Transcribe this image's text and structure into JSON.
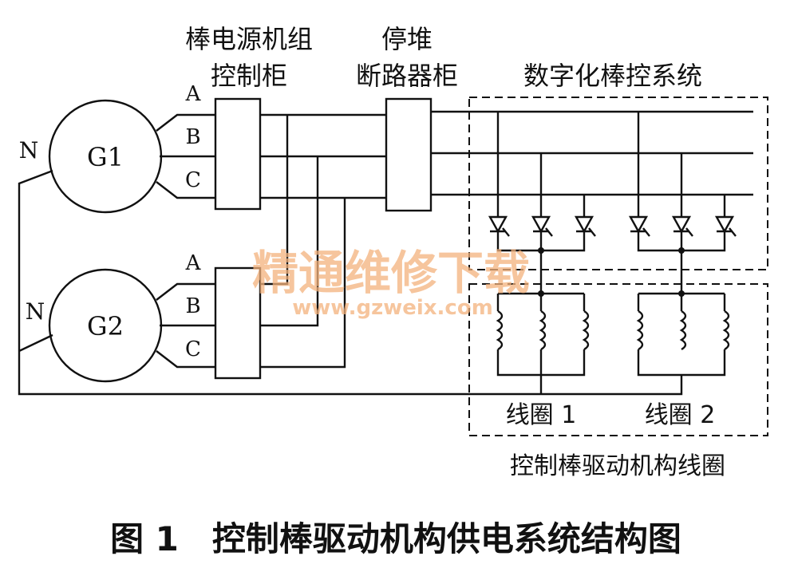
{
  "labels": {
    "cabinet1_line1": "棒电源机组",
    "cabinet1_line2": "控制柜",
    "cabinet2_line1": "停堆",
    "cabinet2_line2": "断路器柜",
    "system": "数字化棒控系统",
    "coil1": "线圈 1",
    "coil2": "线圈 2",
    "coils_title": "控制棒驱动机构线圈"
  },
  "generators": {
    "g1": "G1",
    "g2": "G2"
  },
  "phases": {
    "a": "A",
    "b": "B",
    "c": "C",
    "neutral": "N"
  },
  "watermark": {
    "text": "精通维修下载",
    "url": "www.gzweix.com",
    "color": "#f3b27c"
  },
  "caption": "图 1　控制棒驱动机构供电系统结构图"
}
